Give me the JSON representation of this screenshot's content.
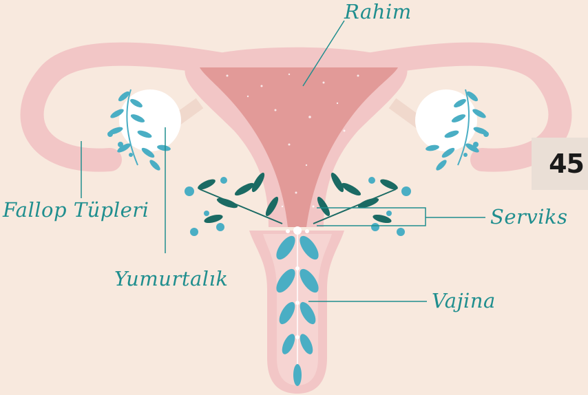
{
  "labels": {
    "uterus": "Rahim",
    "fallopian_tubes": "Fallop Tüpleri",
    "ovary": "Yumurtalık",
    "cervix": "Serviks",
    "vagina": "Vajina"
  },
  "page_number": "45",
  "colors": {
    "background": "#f8e9de",
    "tissue": "#f2c6c6",
    "uterus_cavity": "#e29a98",
    "ovary": "#ffffff",
    "label": "#1f8e8e",
    "leaf_light": "#4aaec4",
    "leaf_dark": "#1b6a63"
  }
}
